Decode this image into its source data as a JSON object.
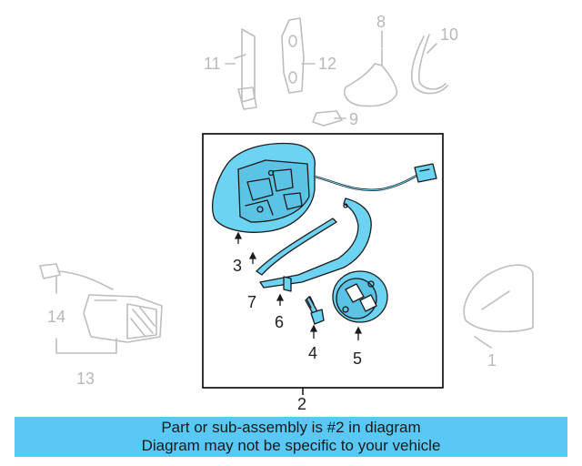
{
  "diagram": {
    "callouts": {
      "c1": "1",
      "c2": "2",
      "c3": "3",
      "c4": "4",
      "c5": "5",
      "c6": "6",
      "c7": "7",
      "c8": "8",
      "c9": "9",
      "c10": "10",
      "c11": "11",
      "c12": "12",
      "c13": "13",
      "c14": "14"
    },
    "colors": {
      "highlight_fill": "#6dd3f3",
      "part_stroke": "#1a1a1a",
      "ghost_stroke": "#bdbdbd",
      "box_stroke": "#000000"
    }
  },
  "banner": {
    "line1": "Part or sub-assembly is #2 in diagram",
    "line2": "Diagram may not be specific to your vehicle",
    "background": "#5ac8f5"
  }
}
